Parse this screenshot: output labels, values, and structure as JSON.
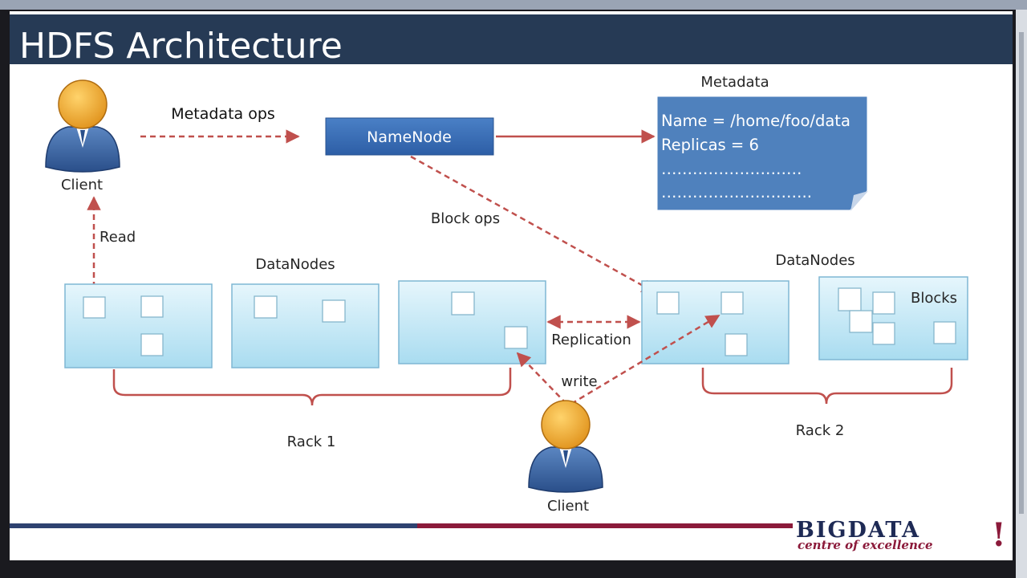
{
  "slide": {
    "title": "HDFS Architecture"
  },
  "colors": {
    "title_bar": "#263a55",
    "arrow": "#c0504d",
    "namenode": "#3b6fb6",
    "metadata_note": "#4f81bd",
    "datanode_fill": "#bde5f4",
    "footer_left": "#2e4270",
    "footer_right": "#8b1a3a"
  },
  "diagram": {
    "client_top": {
      "label": "Client"
    },
    "client_bottom": {
      "label": "Client"
    },
    "namenode": {
      "label": "NameNode"
    },
    "metadata": {
      "heading": "Metadata",
      "lines": [
        "Name = /home/foo/data",
        "Replicas = 6",
        "………………………",
        "……………………….."
      ]
    },
    "arrows": {
      "metadata_ops": "Metadata ops",
      "block_ops": "Block ops",
      "read": "Read",
      "replication": "Replication",
      "write": "write"
    },
    "datanodes_left_label": "DataNodes",
    "datanodes_right_label": "DataNodes",
    "blocks_label": "Blocks",
    "rack1": "Rack 1",
    "rack2": "Rack 2"
  },
  "logo": {
    "main": "BIGDATA",
    "bang": "!",
    "sub": "centre of excellence"
  },
  "icons": [
    "user-icon",
    "sticky-note-icon",
    "block-icon"
  ]
}
